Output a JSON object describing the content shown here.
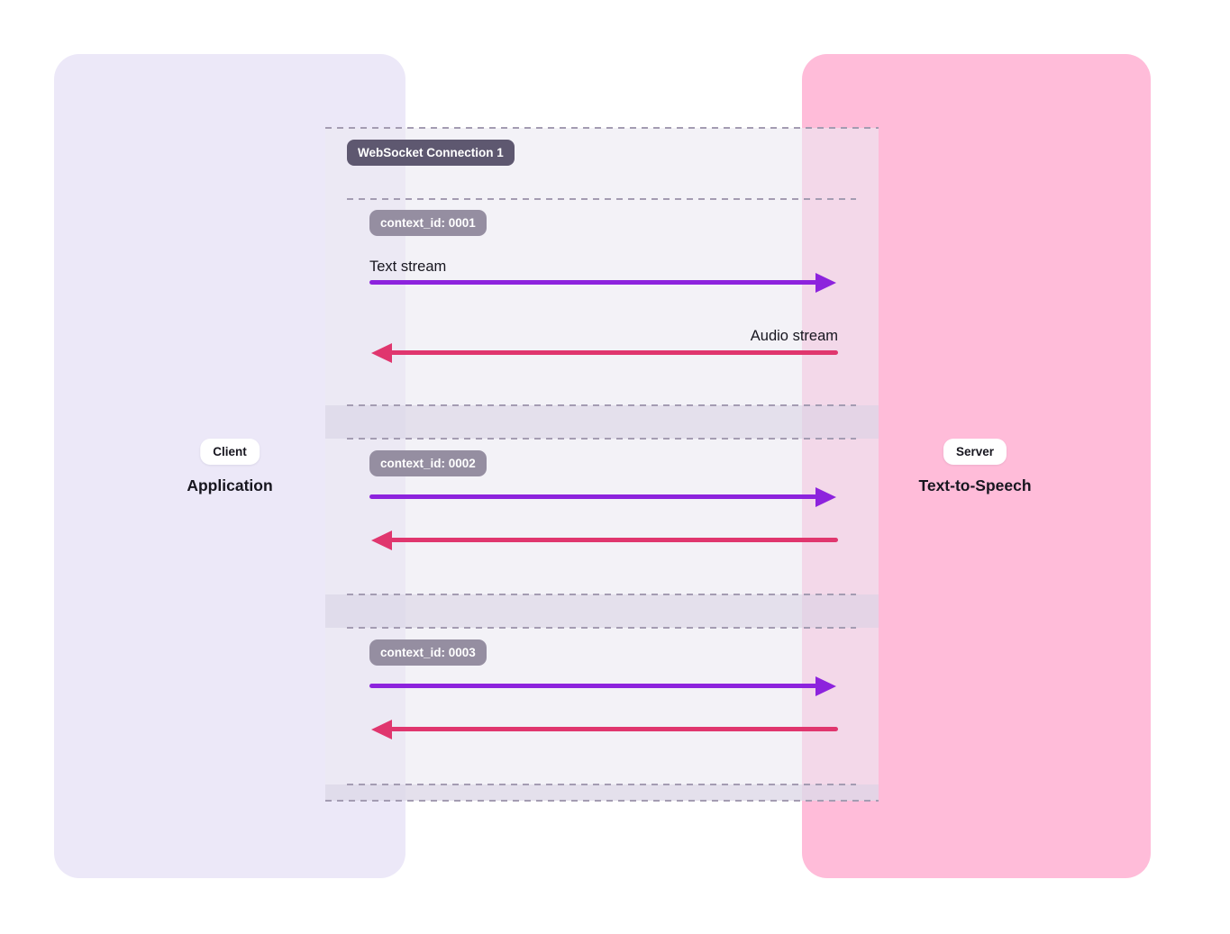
{
  "client": {
    "badge": "Client",
    "title": "Application"
  },
  "server": {
    "badge": "Server",
    "title": "Text-to-Speech"
  },
  "connection": {
    "badge": "WebSocket Connection 1"
  },
  "contexts": [
    {
      "badge": "context_id: 0001",
      "request_label": "Text stream",
      "response_label": "Audio stream"
    },
    {
      "badge": "context_id: 0002"
    },
    {
      "badge": "context_id: 0003"
    }
  ],
  "colors": {
    "client_panel": "#ece8f8",
    "server_panel": "#ffbcd9",
    "band": "rgba(236,234,242,0.62)",
    "gap": "rgba(215,209,228,0.55)",
    "dash": "#a49cb2",
    "text_stream_arrow": "#8d23dd",
    "audio_stream_arrow": "#e0366e",
    "connection_badge": "#5e5870",
    "context_badge": "#958ea1",
    "text": "#17161f"
  }
}
